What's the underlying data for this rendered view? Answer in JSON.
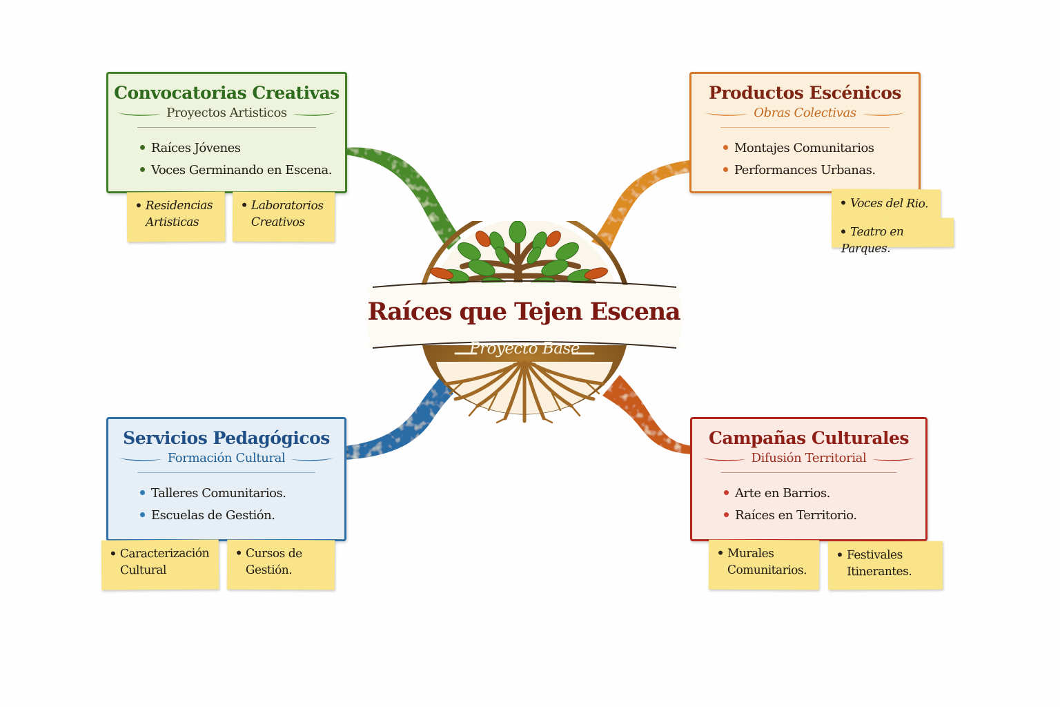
{
  "center": {
    "title": "Raíces que Tejen Escena",
    "subtitle": "Proyecto Base",
    "emblem_icon": "tree-with-roots-icon",
    "colors": {
      "title": "#7a1a12",
      "bronze": "#8a5a22",
      "leaf_green": "#4f9a2e",
      "leaf_orange": "#c8561b"
    }
  },
  "branches": [
    {
      "id": "convocatorias",
      "title": "Convocatorias Creativas",
      "subtitle": "Proyectos Artisticos",
      "subtitle_italic": false,
      "items": [
        "Raíces Jóvenes",
        "Voces Germinando en Escena."
      ],
      "notes": [
        {
          "lines": [
            "Residencias",
            "Artisticas"
          ],
          "italic": true
        },
        {
          "lines": [
            "Laboratorios",
            "Creativos"
          ],
          "italic": true
        }
      ],
      "colors": {
        "accent": "#3f7f24",
        "title": "#2f6b1c",
        "subtitle": "#3b3a1e",
        "background": "#edf3dc",
        "bullet": "#3f6a22"
      }
    },
    {
      "id": "productos",
      "title": "Productos Escénicos",
      "subtitle": "Obras Colectivas",
      "subtitle_italic": true,
      "items": [
        "Montajes Comunitarios",
        "Performances Urbanas."
      ],
      "notes": [
        {
          "lines": [
            "Voces del Rio."
          ],
          "italic": true
        },
        {
          "lines": [
            "Teatro en Parques."
          ],
          "italic": true
        }
      ],
      "colors": {
        "accent": "#d7792a",
        "title": "#7f2513",
        "subtitle": "#c46a1f",
        "background": "#fcefdc",
        "bullet": "#d36b25"
      }
    },
    {
      "id": "servicios",
      "title": "Servicios Pedagógicos",
      "subtitle": "Formación Cultural",
      "subtitle_italic": false,
      "items": [
        "Talleres Comunitarios.",
        "Escuelas de Gestión."
      ],
      "notes": [
        {
          "lines": [
            "Caracterización",
            "Cultural"
          ],
          "italic": false
        },
        {
          "lines": [
            "Cursos de",
            "Gestión."
          ],
          "italic": false
        }
      ],
      "colors": {
        "accent": "#2e6fa8",
        "title": "#1f4f86",
        "subtitle": "#1f5f98",
        "background": "#e6eff5",
        "bullet": "#2f7ab3"
      }
    },
    {
      "id": "campanas",
      "title": "Campañas Culturales",
      "subtitle": "Difusión Territorial",
      "subtitle_italic": false,
      "items": [
        "Arte en Barrios.",
        "Raíces en Territorio."
      ],
      "notes": [
        {
          "lines": [
            "Murales",
            "Comunitarios."
          ],
          "italic": false
        },
        {
          "lines": [
            "Festivales",
            "Itinerantes."
          ],
          "italic": false
        }
      ],
      "colors": {
        "accent": "#b3261c",
        "title": "#8f1f16",
        "subtitle": "#9b2a1c",
        "background": "#fbeae3",
        "bullet": "#c53a2a"
      }
    }
  ],
  "connector_colors": [
    "#4a8a2a",
    "#dc8a22",
    "#2a6ca6",
    "#c85a1a"
  ],
  "note_color": "#f9e48a"
}
